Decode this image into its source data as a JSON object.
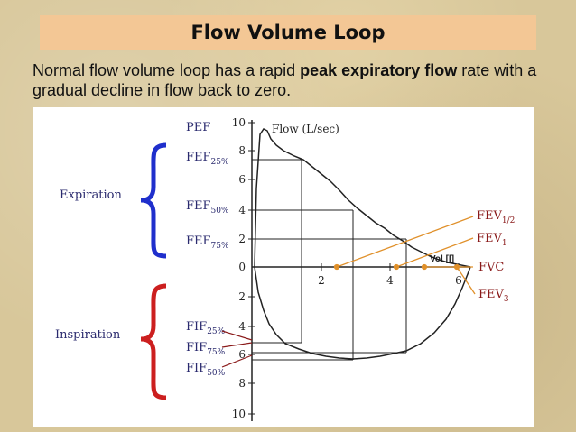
{
  "title": "Flow Volume Loop",
  "intro": {
    "prefix": "Normal flow volume loop has a rapid ",
    "bold": "peak expiratory flow",
    "suffix": " rate with a gradual decline in flow back to zero."
  },
  "diagram": {
    "flow_label": "Flow (L/sec)",
    "vol_label": "Vol [l]",
    "y_ticks_upper": [
      "10",
      "8",
      "6",
      "4",
      "2",
      "0"
    ],
    "y_ticks_lower": [
      "2",
      "4",
      "6",
      "8",
      "10"
    ],
    "x_ticks": [
      "2",
      "4",
      "6"
    ],
    "expiration_label": "Expiration",
    "inspiration_label": "Inspiration",
    "pef": "PEF",
    "fef25": "FEF",
    "fef25_sub": "25%",
    "fef50": "FEF",
    "fef50_sub": "50%",
    "fef75": "FEF",
    "fef75_sub": "75%",
    "fif25": "FIF",
    "fif25_sub": "25%",
    "fif75": "FIF",
    "fif75_sub": "75%",
    "fif50": "FIF",
    "fif50_sub": "50%",
    "fev_half": "FEV",
    "fev_half_sub": "1/2",
    "fev1": "FEV",
    "fev1_sub": "1",
    "fvc": "FVC",
    "fev3": "FEV",
    "fev3_sub": "3",
    "colors": {
      "expiration_brace": "#1f2fcc",
      "inspiration_brace": "#cc1f1f",
      "label_dark": "#2a2a6e",
      "label_red": "#8a1a1a",
      "orange": "#e0902a",
      "gridline": "#222222"
    }
  }
}
